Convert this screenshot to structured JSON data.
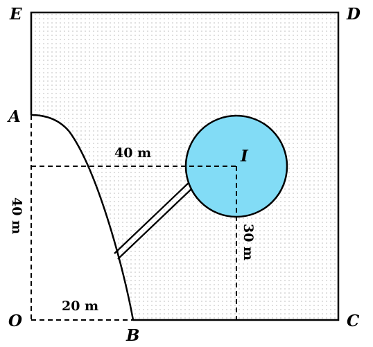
{
  "points": {
    "E": "E",
    "D": "D",
    "A": "A",
    "I": "I",
    "O": "O",
    "B": "B",
    "C": "C"
  },
  "dimensions": {
    "top": "40 m",
    "left": "40 m",
    "right": "30 m",
    "bottom": "20 m"
  },
  "colors": {
    "pond_fill": "#82dcf6",
    "dots": "#b8b8b8",
    "stroke": "#000000"
  }
}
